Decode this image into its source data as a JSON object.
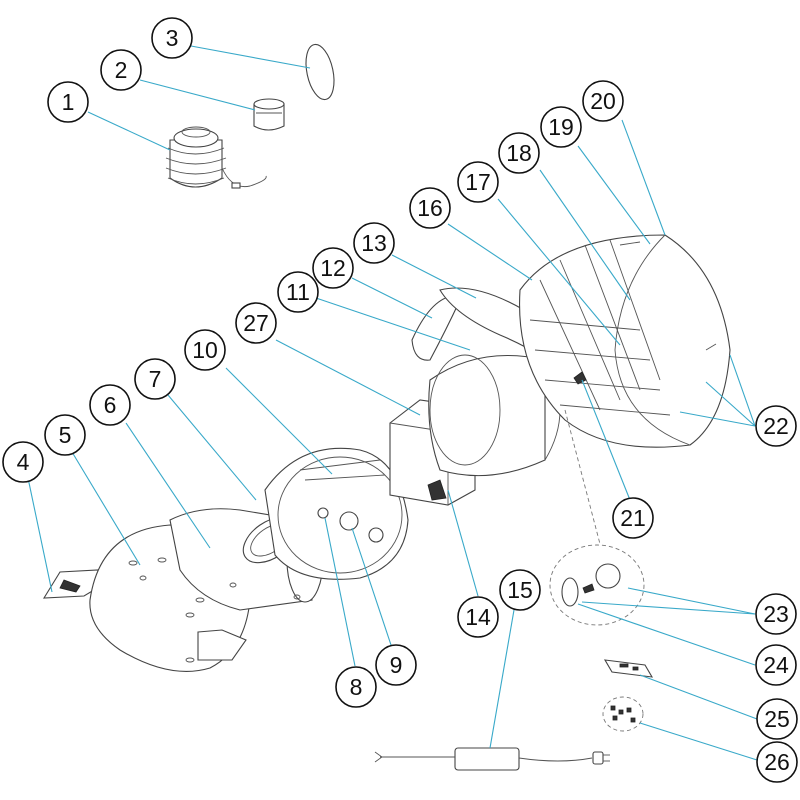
{
  "diagram": {
    "callouts": [
      {
        "id": "1",
        "label": "1"
      },
      {
        "id": "2",
        "label": "2"
      },
      {
        "id": "3",
        "label": "3"
      },
      {
        "id": "4",
        "label": "4"
      },
      {
        "id": "5",
        "label": "5"
      },
      {
        "id": "6",
        "label": "6"
      },
      {
        "id": "7",
        "label": "7"
      },
      {
        "id": "8",
        "label": "8"
      },
      {
        "id": "9",
        "label": "9"
      },
      {
        "id": "10",
        "label": "10"
      },
      {
        "id": "11",
        "label": "11"
      },
      {
        "id": "12",
        "label": "12"
      },
      {
        "id": "13",
        "label": "13"
      },
      {
        "id": "14",
        "label": "14"
      },
      {
        "id": "15",
        "label": "15"
      },
      {
        "id": "16",
        "label": "16"
      },
      {
        "id": "17",
        "label": "17"
      },
      {
        "id": "18",
        "label": "18"
      },
      {
        "id": "19",
        "label": "19"
      },
      {
        "id": "20",
        "label": "20"
      },
      {
        "id": "21",
        "label": "21"
      },
      {
        "id": "22",
        "label": "22"
      },
      {
        "id": "23",
        "label": "23"
      },
      {
        "id": "24",
        "label": "24"
      },
      {
        "id": "25",
        "label": "25"
      },
      {
        "id": "26",
        "label": "26"
      },
      {
        "id": "27",
        "label": "27"
      }
    ],
    "colors": {
      "leader": "#39a9c9",
      "outline": "#444444",
      "callout_border": "#111111"
    }
  }
}
